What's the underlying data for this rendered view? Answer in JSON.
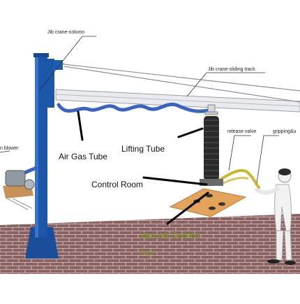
{
  "labels": {
    "jib_column": "Jib crane-column",
    "sliding_track": "Jib crane-sliding track",
    "release_valve": "release valve",
    "gripping": "gripping&u",
    "blower": "n blower",
    "air_gas_tube": "Air Gas Tube",
    "lifting_tube": "Lifting Tube",
    "control_room": "Control Room",
    "vacuum_line1": "Vacuum Suction",
    "vacuum_line2": "cup"
  },
  "colors": {
    "column_blue": "#1b56a8",
    "tube_blue": "#3a64c4",
    "floor": "#8a6464",
    "board": "#e3a35a",
    "callout_green": "#7a9a1a",
    "lift_tube": "#222222"
  }
}
